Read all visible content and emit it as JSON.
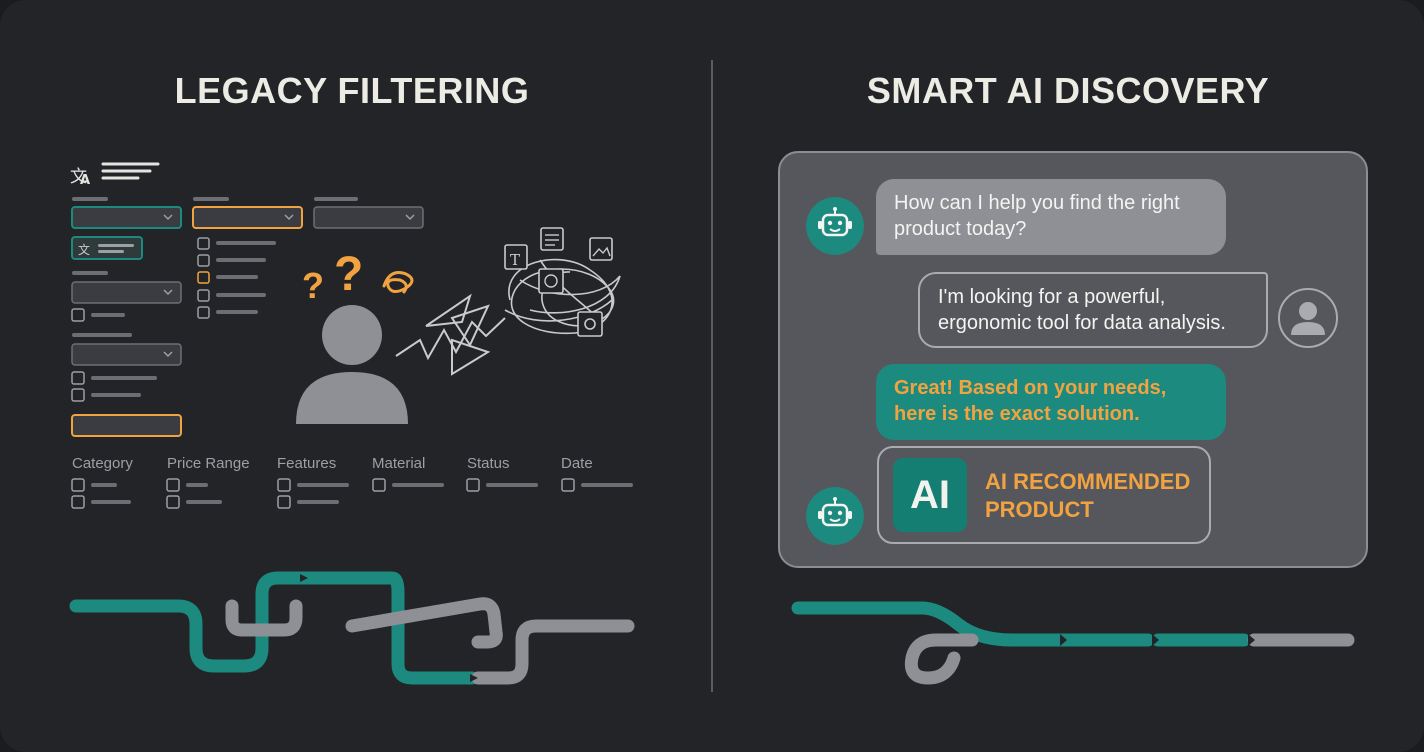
{
  "titles": {
    "left": "LEGACY FILTERING",
    "right": "SMART AI DISCOVERY"
  },
  "filter_labels": [
    "Category",
    "Price Range",
    "Features",
    "Material",
    "Status",
    "Date"
  ],
  "chat": {
    "bot_message_1": "How can I help you find the right product today?",
    "user_message": "I'm looking for a powerful, ergonomic tool for data analysis.",
    "bot_message_2": "Great! Based on your needs, here is the exact solution.",
    "badge": "AI",
    "product_label": "AI RECOMMENDED PRODUCT"
  },
  "icons": {
    "translate": "translate-icon",
    "bot": "robot-icon",
    "user": "user-avatar-icon",
    "confusion": "question-marks-icon"
  },
  "colors": {
    "background": "#222428",
    "teal": "#1c8a7e",
    "orange": "#f2a341",
    "gray": "#8e9096",
    "title": "#ecebe4"
  }
}
